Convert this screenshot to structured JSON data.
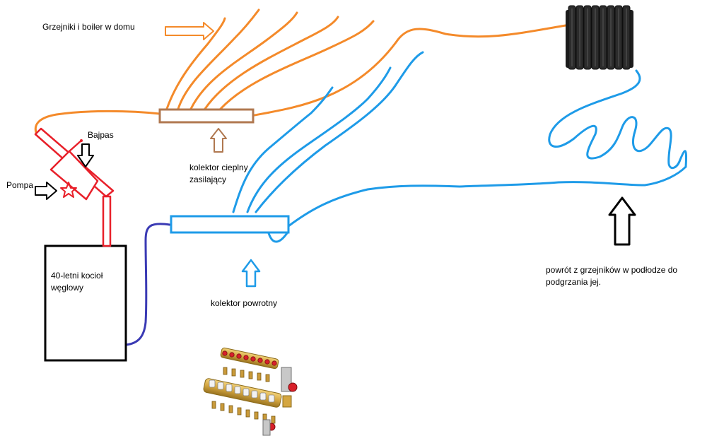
{
  "labels": {
    "heaters": "Grzejniki i boiler w domu",
    "bypass": "Bajpas",
    "pump": "Pompa",
    "boiler": "40-letni kocioł węglowy",
    "supply_manifold": "kolektor cieplny zasilający",
    "return_manifold": "kolektor powrotny",
    "floor_return": "powrót z grzejników w podłodze do podgrzania jej."
  },
  "colors": {
    "hot": "#f48a2a",
    "cold": "#1e9be8",
    "boiler_return": "#3a3ab4",
    "boiler_out": "#e8202a",
    "supply_manifold": "#b07850",
    "return_manifold": "#1e9be8",
    "outline": "#000000"
  },
  "icons": {
    "radiator": "radiator-photo",
    "manifold": "manifold-photo",
    "pump": "star-icon"
  }
}
